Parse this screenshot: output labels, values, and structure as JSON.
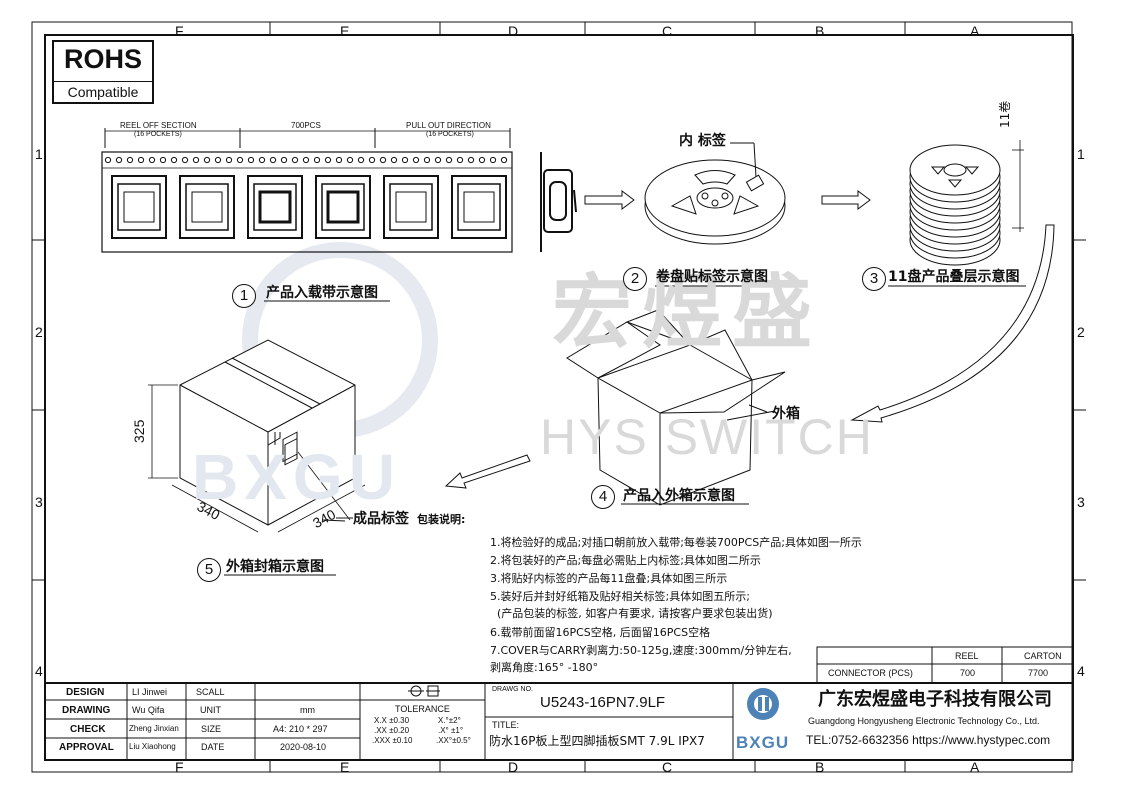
{
  "zones": {
    "columns": [
      "F",
      "E",
      "D",
      "C",
      "B",
      "A"
    ],
    "rows": [
      "1",
      "2",
      "3",
      "4"
    ]
  },
  "rohs": {
    "main": "ROHS",
    "sub": "Compatible"
  },
  "watermark": {
    "cn": "宏煜盛",
    "en": "HYS SWITCH",
    "logo": "BXGU"
  },
  "tape": {
    "reel_off": "REEL OFF SECTION",
    "pockets_left": "(16 POCKETS)",
    "middle": "700PCS",
    "pull_out": "PULL OUT DIRECTION",
    "pockets_right": "(16 POCKETS)"
  },
  "labels": {
    "inner_label": "内 标签",
    "eleven_rolls": "11卷",
    "outer_box": "外箱",
    "product_label": "成品标签",
    "dim_height": "325",
    "dim_depth": "340",
    "dim_width": "340"
  },
  "captions": [
    {
      "num": "1",
      "text": "产品入载带示意图"
    },
    {
      "num": "2",
      "text": "卷盘贴标签示意图"
    },
    {
      "num": "3",
      "text": "11盘产品叠层示意图"
    },
    {
      "num": "4",
      "text": "产品入外箱示意图"
    },
    {
      "num": "5",
      "text": "外箱封箱示意图"
    }
  ],
  "notes": {
    "title": "包装说明:",
    "lines": [
      "1.将检验好的成品;对插口朝前放入载带;每卷装700PCS产品;具体如图一所示",
      "2.将包装好的产品;每盘必需贴上内标签;具体如图二所示",
      "3.将贴好内标签的产品每11盘叠;具体如图三所示",
      "5.装好后并封好纸箱及贴好相关标签;具体如图五所示;",
      "  (产品包装的标签, 如客户有要求, 请按客户要求包装出货)",
      "6.载带前面留16PCS空格, 后面留16PCS空格",
      "7.COVER与CARRY剥离力:50-125g,速度:300mm/分钟左右,",
      "剥离角度:165° -180°"
    ]
  },
  "packing_table": {
    "headers": [
      "",
      "REEL",
      "CARTON"
    ],
    "row": [
      "CONNECTOR (PCS)",
      "700",
      "7700"
    ]
  },
  "title_block": {
    "design_label": "DESIGN",
    "design": "LI Jinwei",
    "drawing_label": "DRAWING",
    "drawing": "Wu Qifa",
    "check_label": "CHECK",
    "check": "Zheng Jinxian",
    "approval_label": "APPROVAL",
    "approval": "Liu Xiaohong",
    "scale_label": "SCALL",
    "scale": "",
    "unit_label": "UNIT",
    "unit": "mm",
    "size_label": "SIZE",
    "size": "A4: 210 * 297",
    "date_label": "DATE",
    "date": "2020-08-10",
    "tolerance_label": "TOLERANCE",
    "tol_1": "X.X  ±0.30",
    "tol_2": ".XX  ±0.20",
    "tol_3": ".XXX  ±0.10",
    "ang_1": "X.°±2°",
    "ang_2": ".X° ±1°",
    "ang_3": ".XX°±0.5°",
    "dwg_no_label": "DRAWG NO.",
    "dwg_no": "U5243-16PN7.9LF",
    "title_label": "TITLE:",
    "title": "防水16P板上型四脚插板SMT 7.9L IPX7",
    "company_cn": "广东宏煜盛电子科技有限公司",
    "company_en": "Guangdong Hongyusheng Electronic Technology Co., Ltd.",
    "contact": "TEL:0752-6632356  https://www.hystypec.com",
    "logo_text": "BXGU"
  }
}
